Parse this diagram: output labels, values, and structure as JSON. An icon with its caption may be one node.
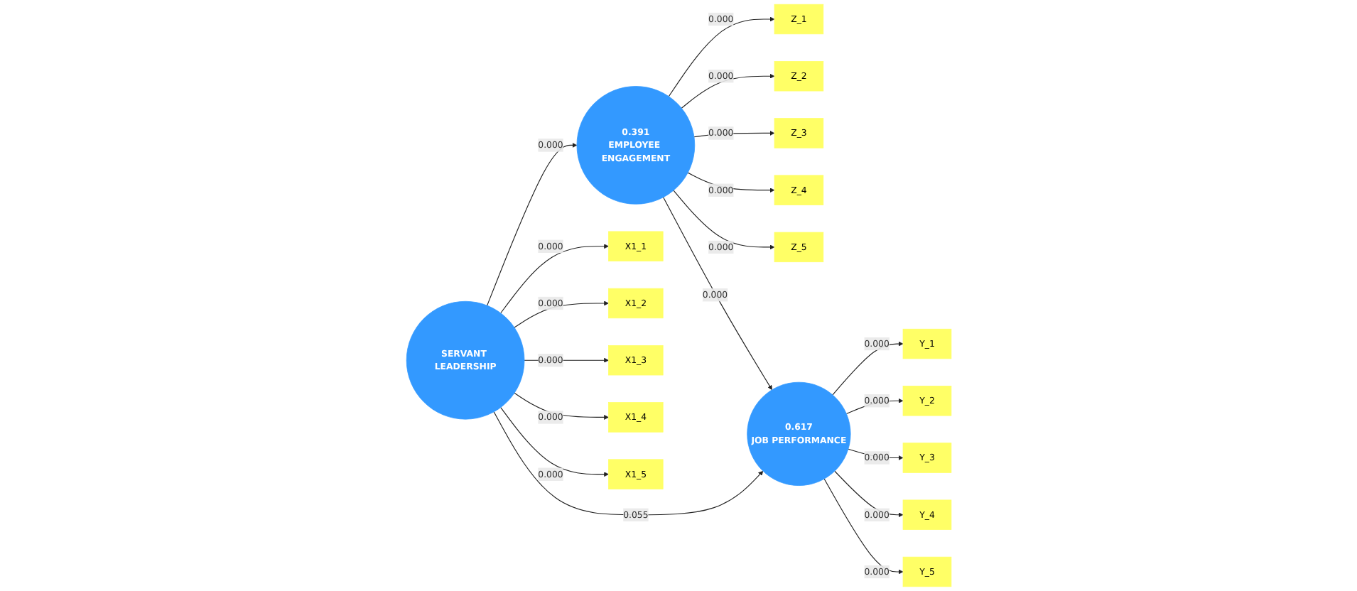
{
  "diagram": {
    "nodes": [
      {
        "text": [
          "Z_1"
        ]
      },
      {
        "text": [
          "Z_2"
        ]
      },
      {
        "text": [
          "Z_3"
        ]
      },
      {
        "text": [
          "Z_4"
        ]
      },
      {
        "text": [
          "Z_5"
        ]
      },
      {
        "text": [
          "0.391",
          "EMPLOYEE ENGAGEMENT"
        ]
      },
      {
        "text": [
          "X1_1"
        ]
      },
      {
        "text": [
          "X1_2"
        ]
      },
      {
        "text": [
          "X1_3"
        ]
      },
      {
        "text": [
          "X1_4"
        ]
      },
      {
        "text": [
          "X1_5"
        ]
      },
      {
        "text": [
          "SERVANT LEADERSHIP"
        ]
      },
      {
        "text": [
          "Y_1"
        ]
      },
      {
        "text": [
          "Y_2"
        ]
      },
      {
        "text": [
          "Y_3"
        ]
      },
      {
        "text": [
          "Y_4"
        ]
      },
      {
        "text": [
          "Y_5"
        ]
      },
      {
        "text": [
          "0.617",
          "JOB PERFORMANCE"
        ]
      }
    ],
    "edges": [
      {
        "from": 5,
        "to": 0,
        "arrow": "to",
        "label": "0.000"
      },
      {
        "from": 5,
        "to": 1,
        "arrow": "to",
        "label": "0.000"
      },
      {
        "from": 5,
        "to": 2,
        "arrow": "to",
        "label": "0.000"
      },
      {
        "from": 5,
        "to": 3,
        "arrow": "to",
        "label": "0.000"
      },
      {
        "from": 5,
        "to": 4,
        "arrow": "to",
        "label": "0.000"
      },
      {
        "from": 11,
        "to": 6,
        "arrow": "to",
        "label": "0.000"
      },
      {
        "from": 11,
        "to": 7,
        "arrow": "to",
        "label": "0.000"
      },
      {
        "from": 11,
        "to": 8,
        "arrow": "to",
        "label": "0.000"
      },
      {
        "from": 11,
        "to": 9,
        "arrow": "to",
        "label": "0.000"
      },
      {
        "from": 11,
        "to": 10,
        "arrow": "to",
        "label": "0.000"
      },
      {
        "from": 11,
        "to": 5,
        "arrow": "to",
        "label": "0.000"
      },
      {
        "from": 5,
        "to": 17,
        "arrow": "to",
        "label": "0.000"
      },
      {
        "from": 11,
        "to": 17,
        "arrow": "to",
        "label": "0.055"
      },
      {
        "from": 17,
        "to": 12,
        "arrow": "to",
        "label": "0.000"
      },
      {
        "from": 17,
        "to": 13,
        "arrow": "to",
        "label": "0.000"
      },
      {
        "from": 17,
        "to": 14,
        "arrow": "to",
        "label": "0.000"
      },
      {
        "from": 17,
        "to": 15,
        "arrow": "to",
        "label": "0.000"
      },
      {
        "from": 17,
        "to": 16,
        "arrow": "to",
        "label": "0.000"
      }
    ]
  }
}
